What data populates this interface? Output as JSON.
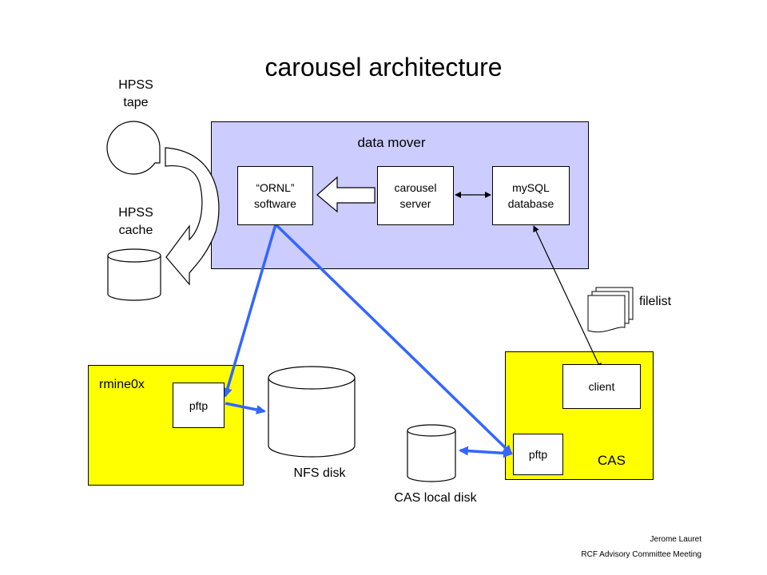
{
  "title": "carousel architecture",
  "colors": {
    "data_mover_bg": "#ccccff",
    "host_bg": "#ffff00",
    "transfer_line": "#3366ff"
  },
  "hpss": {
    "tape_label": "HPSS\ntape",
    "cache_label": "HPSS\ncache"
  },
  "data_mover": {
    "label": "data mover",
    "ornl": "“ORNL”\nsoftware",
    "carousel": "carousel\nserver",
    "mysql": "mySQL\ndatabase"
  },
  "rmine": {
    "label": "rmine0x",
    "pftp": "pftp"
  },
  "cas": {
    "label": "CAS",
    "client": "client",
    "pftp": "pftp"
  },
  "filelist": "filelist",
  "nfs_disk": "NFS disk",
  "cas_local_disk": "CAS local disk",
  "footer": {
    "author": "Jerome Lauret",
    "meeting": "RCF Advisory Committee Meeting"
  }
}
